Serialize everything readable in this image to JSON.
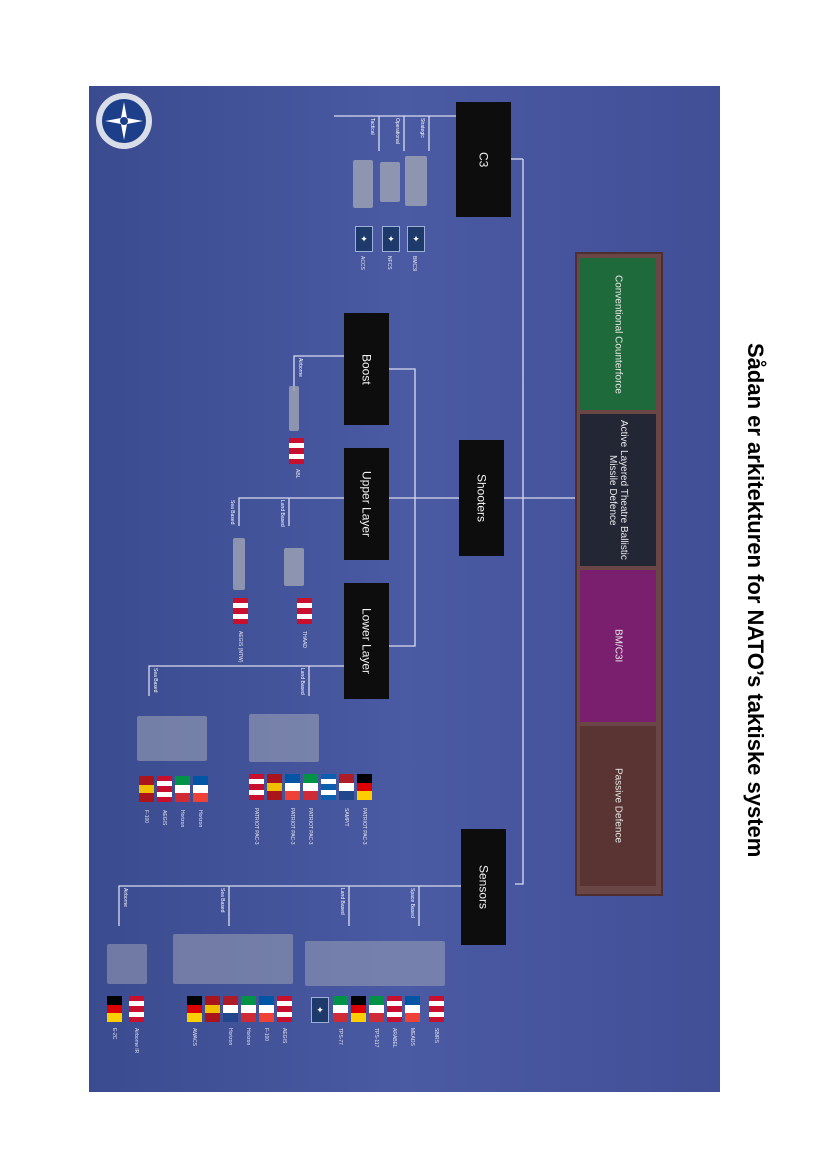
{
  "title": "Sådan er arkitekturen for NATO’s taktiske system",
  "nodes": {
    "c3": "C3",
    "boost": "Boost",
    "upper": "Upper Layer",
    "shooters": "Shooters",
    "lower": "Lower Layer",
    "sensors": "Sensors"
  },
  "countermeasures": [
    {
      "label": "Conventional Counterforce",
      "color": "#1f6a3a"
    },
    {
      "label": "Active Layered Theatre Ballistic Missile Defence",
      "color": "#232634"
    },
    {
      "label": "BM/C3I",
      "color": "#7a1f6e"
    },
    {
      "label": "Passive Defence",
      "color": "#5a3432"
    }
  ],
  "tags": {
    "strategic": "Strategic",
    "operational": "Operational",
    "tactical": "Tactical",
    "airborne": "Airborne",
    "sea_based": "Sea Based",
    "land_based": "Land Based",
    "space_based": "Space Based"
  },
  "c3_labels": [
    "BMC3I",
    "NFCS",
    "ACCS"
  ],
  "boost_labels": [
    "ABL"
  ],
  "upper_labels": [
    "THAAD",
    "AEGIS (NTW)"
  ],
  "lower_land_labels": [
    "PATRIOT PAC-3",
    "SAMP/T",
    "PATRIOT PAC-3",
    "PATRIOT PAC-3",
    "PATRIOT PAC-3"
  ],
  "lower_sea_labels": [
    "Horizon",
    "Horizon",
    "AEGIS",
    "F-100"
  ],
  "sensor_labels": [
    "SBIRS",
    "MEADS",
    "ARABEL",
    "TPS-117",
    "TPS-77",
    "AEGIS",
    "F-100",
    "Horizon",
    "Horizon",
    "AWACS",
    "Airborne IR",
    "E-2C"
  ],
  "colors": {
    "panel": "#4453a0",
    "block": "#0d0d0d",
    "line": "#d9dcef"
  }
}
